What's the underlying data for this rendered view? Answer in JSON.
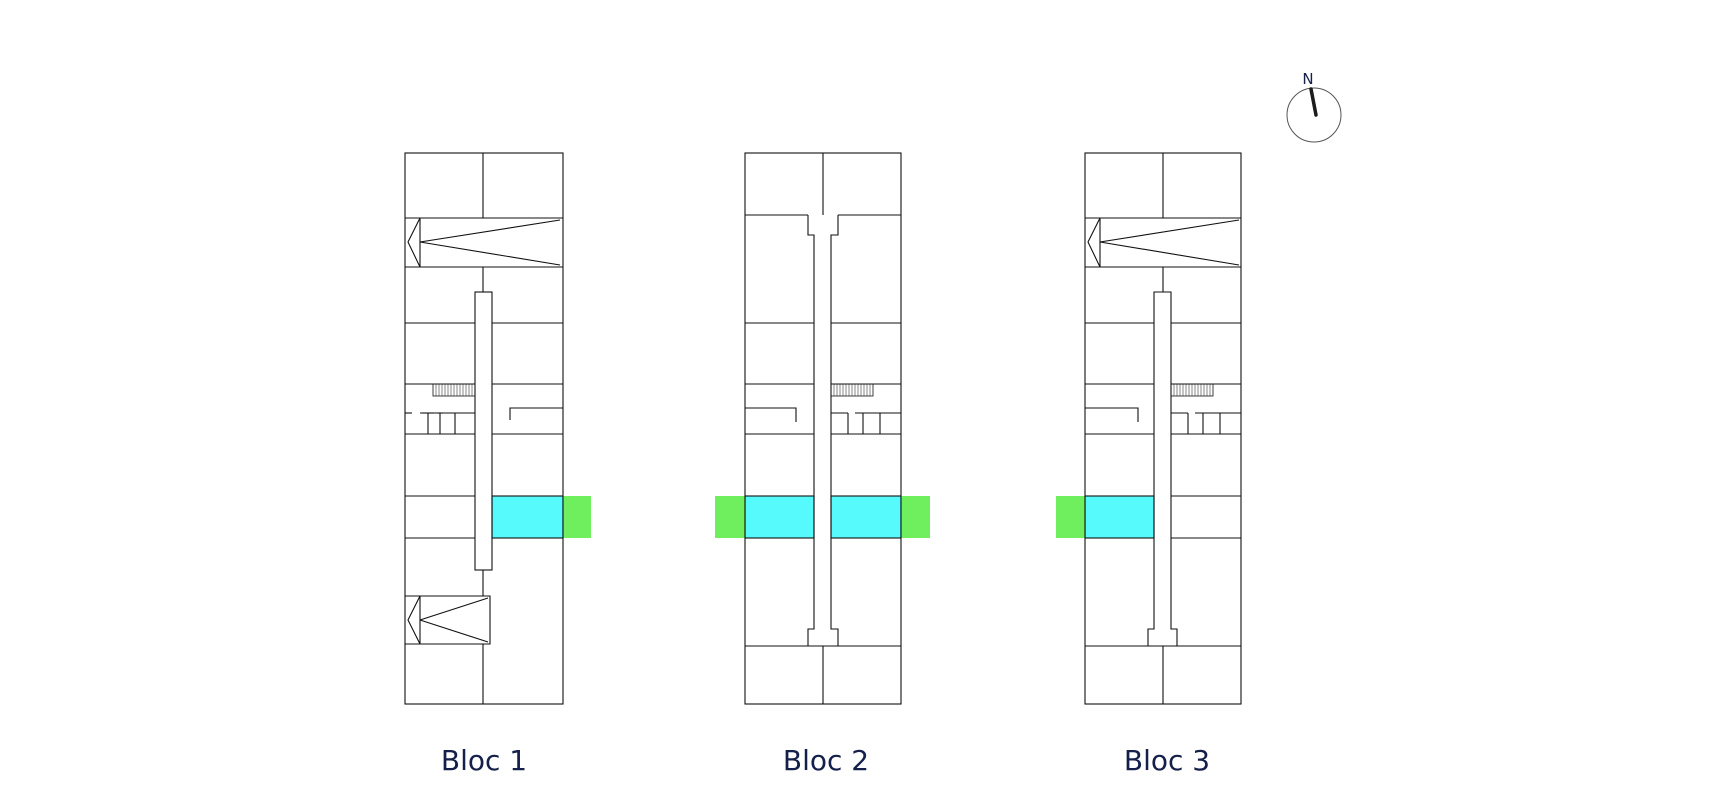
{
  "compass": {
    "label": "N"
  },
  "blocks": [
    {
      "label": "Bloc 1"
    },
    {
      "label": "Bloc 2"
    },
    {
      "label": "Bloc 3"
    }
  ],
  "colors": {
    "line": "#111111",
    "unit_highlight": "#57fafc",
    "balcony_highlight": "#6fef5e",
    "label_text": "#14204a"
  }
}
